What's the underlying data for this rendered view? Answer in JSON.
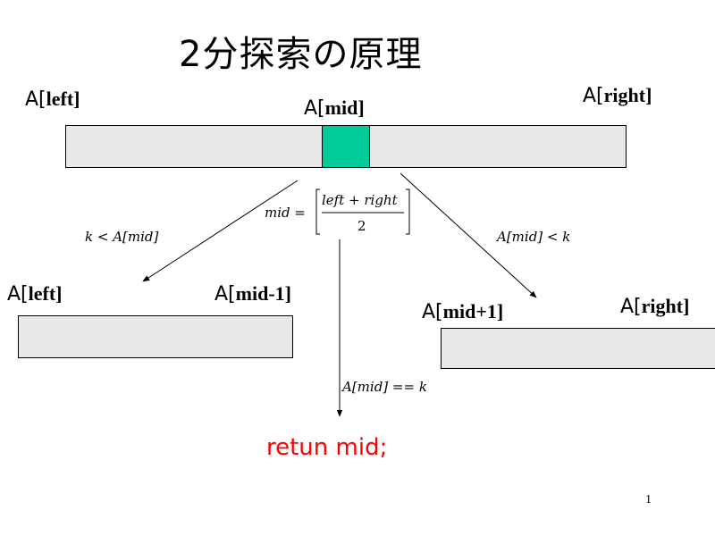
{
  "title": "2分探索の原理",
  "top_array": {
    "left_label": {
      "prefix": "A[",
      "index": "left",
      "suffix": "]"
    },
    "mid_label": {
      "prefix": "A[",
      "index": "mid",
      "suffix": "]"
    },
    "right_label": {
      "prefix": "A[",
      "index": "right",
      "suffix": "]"
    }
  },
  "formula": {
    "lhs": "mid =",
    "numerator": "left + right",
    "denominator": "2"
  },
  "conditions": {
    "left_branch": "k < A[mid]",
    "right_branch": "A[mid] < k",
    "equal_branch": "A[mid] == k"
  },
  "left_sub": {
    "left_label": {
      "prefix": "A[",
      "index": "left",
      "suffix": "]"
    },
    "right_label": {
      "prefix": "A[",
      "index": "mid-1",
      "suffix": "]"
    }
  },
  "right_sub": {
    "left_label": {
      "prefix": "A[",
      "index": "mid+1",
      "suffix": "]"
    },
    "right_label": {
      "prefix": "A[",
      "index": "right",
      "suffix": "]"
    }
  },
  "result": "retun mid;",
  "page_number": "1",
  "colors": {
    "mid_cell": "#00cc99",
    "bar_fill": "#e8e8e8",
    "result_text": "#ff0000"
  }
}
